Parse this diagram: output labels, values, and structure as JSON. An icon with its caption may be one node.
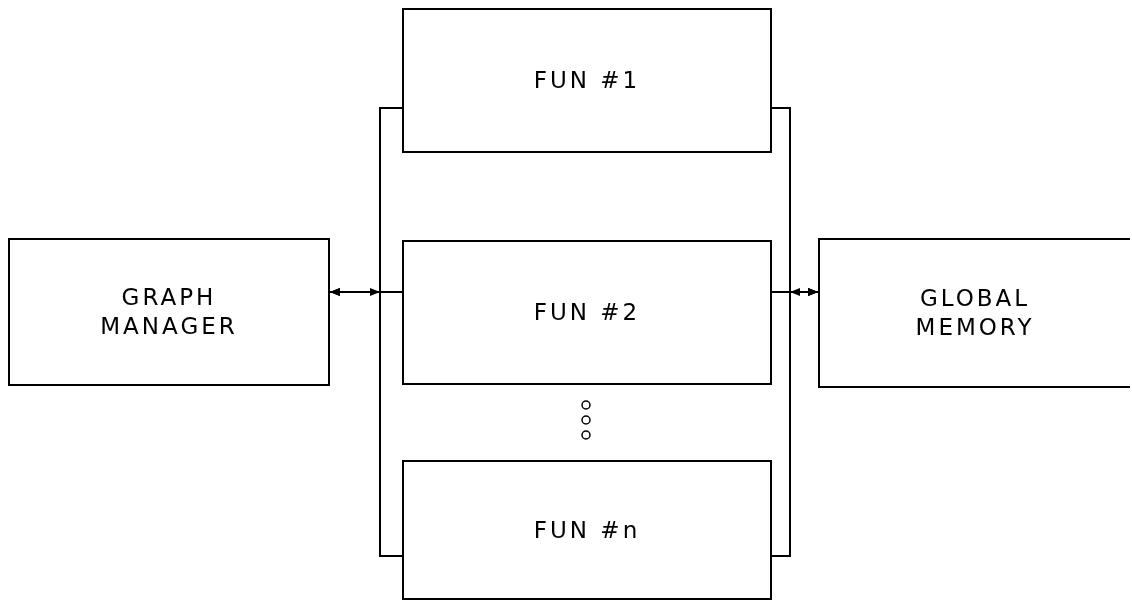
{
  "diagram": {
    "nodes": [
      {
        "text": [
          "FUN #1"
        ]
      },
      {
        "text": [
          "GRAPH MANAGER"
        ]
      },
      {
        "text": [
          "FUN #2"
        ]
      },
      {
        "text": [
          "GLOBAL MEMORY"
        ]
      },
      {
        "text": [
          "FUN #n"
        ]
      }
    ],
    "edges": [
      {
        "from": 0,
        "to": 1,
        "arrow": "to"
      },
      {
        "from": 2,
        "to": 1,
        "arrow": "to"
      },
      {
        "from": 4,
        "to": 1,
        "arrow": "to"
      },
      {
        "from": 0,
        "to": 3,
        "arrow": "to"
      },
      {
        "from": 2,
        "to": 3,
        "arrow": "to"
      },
      {
        "from": 4,
        "to": 3,
        "arrow": "to"
      }
    ]
  }
}
